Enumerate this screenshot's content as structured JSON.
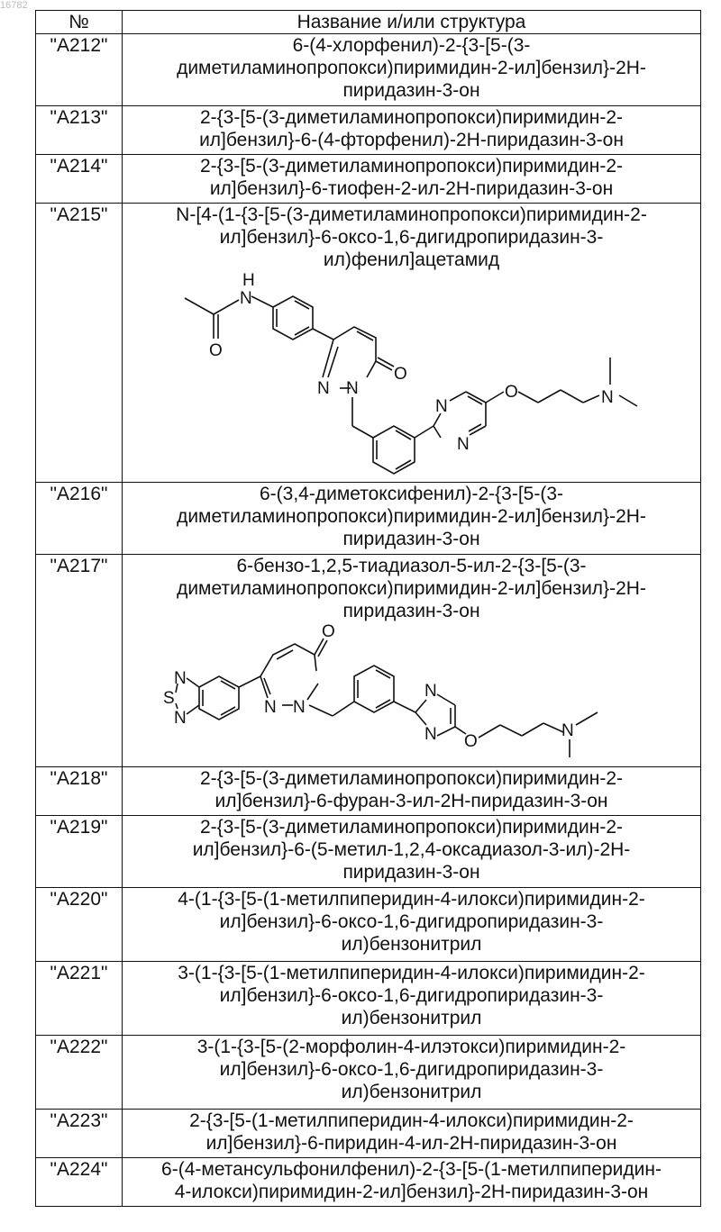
{
  "page_id": "16782",
  "header": {
    "num": "№",
    "name": "Название и/или структура"
  },
  "rows": [
    {
      "id": "\"A212\"",
      "lines": [
        "6-(4-хлорфенил)-2-{3-[5-(3-",
        "диметиламинопропокси)пиримидин-2-ил]бензил}-2H-",
        "пиридазин-3-он"
      ]
    },
    {
      "id": "\"A213\"",
      "lines": [
        "2-{3-[5-(3-диметиламинопропокси)пиримидин-2-",
        "ил]бензил}-6-(4-фторфенил)-2H-пиридазин-3-он"
      ]
    },
    {
      "id": "\"A214\"",
      "lines": [
        "2-{3-[5-(3-диметиламинопропокси)пиримидин-2-",
        "ил]бензил}-6-тиофен-2-ил-2H-пиридазин-3-он"
      ]
    },
    {
      "id": "\"A215\"",
      "lines": [
        "N-[4-(1-{3-[5-(3-диметиламинопропокси)пиримидин-2-",
        "ил]бензил}-6-оксо-1,6-дигидропиридазин-3-",
        "ил)фенил]ацетамид"
      ]
    },
    {
      "id": "\"A216\"",
      "lines": [
        "6-(3,4-диметоксифенил)-2-{3-[5-(3-",
        "диметиламинопропокси)пиримидин-2-ил]бензил}-2H-",
        "пиридазин-3-он"
      ]
    },
    {
      "id": "\"A217\"",
      "lines": [
        "6-бензо-1,2,5-тиадиазол-5-ил-2-{3-[5-(3-",
        "диметиламинопропокси)пиримидин-2-ил]бензил}-2H-",
        "пиридазин-3-он"
      ]
    },
    {
      "id": "\"A218\"",
      "lines": [
        "2-{3-[5-(3-диметиламинопропокси)пиримидин-2-",
        "ил]бензил}-6-фуран-3-ил-2H-пиридазин-3-он"
      ]
    },
    {
      "id": "\"A219\"",
      "lines": [
        "2-{3-[5-(3-диметиламинопропокси)пиримидин-2-",
        "ил]бензил}-6-(5-метил-1,2,4-оксадиазол-3-ил)-2H-",
        "пиридазин-3-он"
      ]
    },
    {
      "id": "\"A220\"",
      "lines": [
        "4-(1-{3-[5-(1-метилпиперидин-4-илокси)пиримидин-2-",
        "ил]бензил}-6-оксо-1,6-дигидропиридазин-3-",
        "ил)бензонитрил"
      ]
    },
    {
      "id": "\"A221\"",
      "lines": [
        "3-(1-{3-[5-(1-метилпиперидин-4-илокси)пиримидин-2-",
        "ил]бензил}-6-оксо-1,6-дигидропиридазин-3-",
        "ил)бензонитрил"
      ]
    },
    {
      "id": "\"A222\"",
      "lines": [
        "3-(1-{3-[5-(2-морфолин-4-илэтокси)пиримидин-2-",
        "ил]бензил}-6-оксо-1,6-дигидропиридазин-3-",
        "ил)бензонитрил"
      ]
    },
    {
      "id": "\"A223\"",
      "lines": [
        "2-{3-[5-(1-метилпиперидин-4-илокси)пиримидин-2-",
        "ил]бензил}-6-пиридин-4-ил-2H-пиридазин-3-он"
      ]
    },
    {
      "id": "\"A224\"",
      "lines": [
        "6-(4-метансульфонилфенил)-2-{3-[5-(1-метилпиперидин-",
        "4-илокси)пиримидин-2-ил]бензил}-2H-пиридазин-3-он"
      ]
    }
  ],
  "structure_a215": {
    "h": "H",
    "n_amide": "N",
    "o_amide": "O",
    "n1": "N",
    "n2": "N",
    "o_ring": "O",
    "pyr_n1": "N",
    "pyr_n2": "N",
    "o_ether": "O",
    "n_amine": "N"
  },
  "structure_a217": {
    "n_top": "N",
    "s": "S",
    "n_bot": "N",
    "n1": "N",
    "n2": "N",
    "o_ring": "O",
    "pyr_n1": "N",
    "pyr_n2": "N",
    "o_ether": "O",
    "n_amine": "N"
  }
}
